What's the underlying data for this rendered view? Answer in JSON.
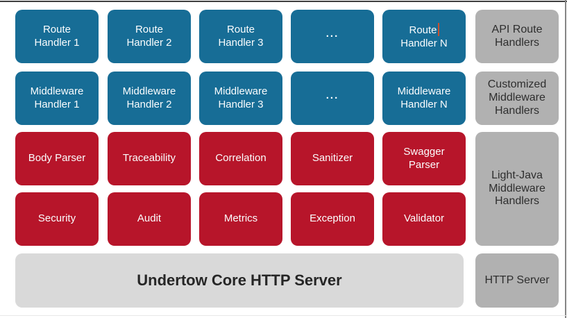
{
  "colors": {
    "blue_handler_box": "#176d96",
    "red_middleware_box": "#b7152a",
    "side_label_gray": "#b1b1b1",
    "server_gray": "#d9d9d9",
    "text_on_color": "#fbfdfe",
    "dark_text": "#2e2e2e",
    "text_cursor": "#c8502e"
  },
  "route_row": {
    "h1": "Route\nHandler 1",
    "h2": "Route\nHandler 2",
    "h3": "Route\nHandler 3",
    "ellipsis": "...",
    "hn_line1": "Route",
    "hn_line2": "Handler N"
  },
  "middleware_row": {
    "h1": "Middleware\nHandler 1",
    "h2": "Middleware\nHandler 2",
    "h3": "Middleware\nHandler 3",
    "ellipsis": "...",
    "hn": "Middleware\nHandler N"
  },
  "lightjava": {
    "row1": [
      "Body Parser",
      "Traceability",
      "Correlation",
      "Sanitizer",
      "Swagger\nParser"
    ],
    "row2": [
      "Security",
      "Audit",
      "Metrics",
      "Exception",
      "Validator"
    ]
  },
  "server": {
    "label": "Undertow Core HTTP Server"
  },
  "side_labels": {
    "api": "API Route\nHandlers",
    "customized": "Customized\nMiddleware\nHandlers",
    "lightjava": "Light-Java\nMiddleware\nHandlers",
    "http": "HTTP Server"
  }
}
